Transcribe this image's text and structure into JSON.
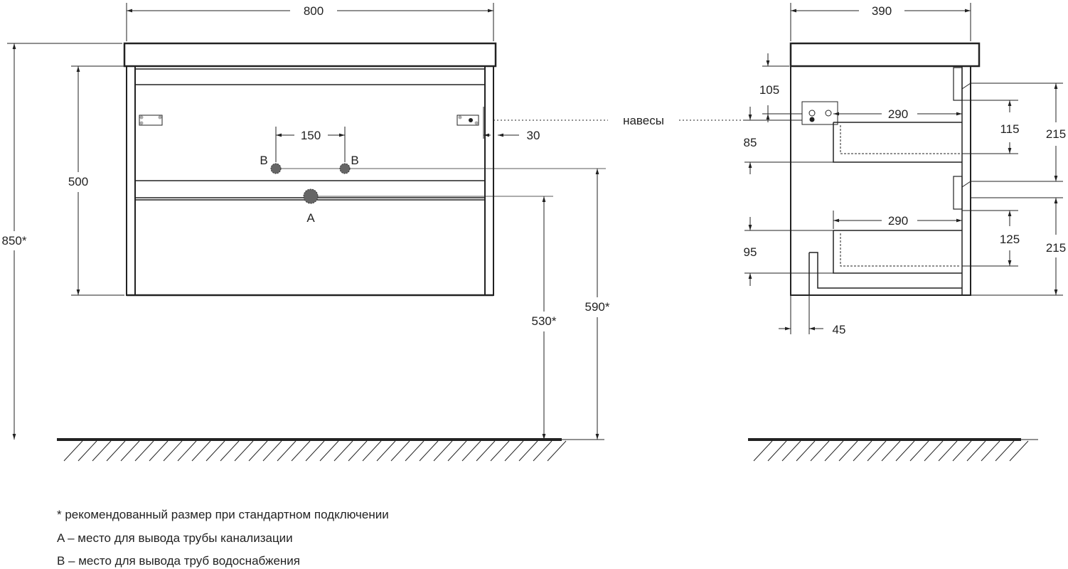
{
  "front_view": {
    "width_label": "800",
    "pipe_spacing_label": "150",
    "pipe_offset_label": "30",
    "cabinet_height_label": "500",
    "total_height_label": "850*",
    "drain_height_label": "530*",
    "water_height_label": "590*",
    "water_left_label": "B",
    "water_right_label": "B",
    "drain_label": "A"
  },
  "side_view": {
    "depth_label": "390",
    "hinge_top_label": "105",
    "hinge_label": "навесы",
    "drawer1_depth_label": "290",
    "drawer1_offset_label": "85",
    "drawer1_inner_label": "115",
    "drawer1_front_label": "215",
    "drawer2_depth_label": "290",
    "drawer2_inner_label": "125",
    "drawer2_offset_label": "95",
    "drawer2_front_label": "215",
    "plinth_label": "45"
  },
  "notes": {
    "note_star": "* рекомендованный размер при стандартном подключении",
    "note_a": "A – место для вывода трубы канализации",
    "note_b": "B – место для вывода труб водоснабжения"
  }
}
